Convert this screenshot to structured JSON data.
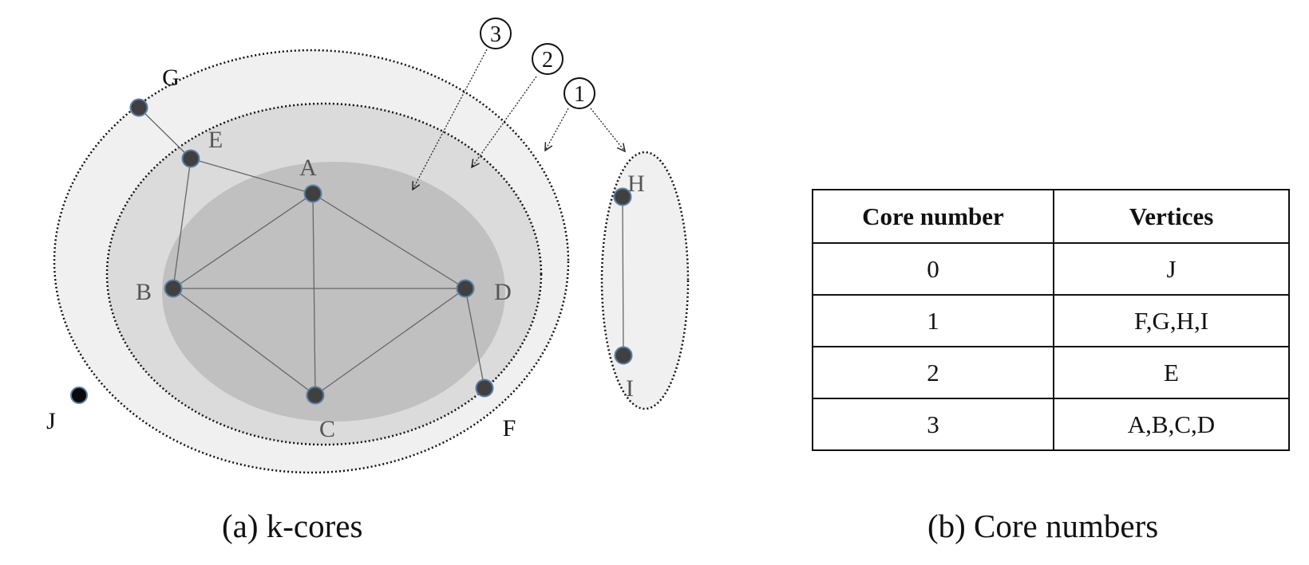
{
  "diagram": {
    "nodes": [
      {
        "id": "A",
        "label": "A"
      },
      {
        "id": "B",
        "label": "B"
      },
      {
        "id": "C",
        "label": "C"
      },
      {
        "id": "D",
        "label": "D"
      },
      {
        "id": "E",
        "label": "E"
      },
      {
        "id": "F",
        "label": "F"
      },
      {
        "id": "G",
        "label": "G"
      },
      {
        "id": "H",
        "label": "H"
      },
      {
        "id": "I",
        "label": "I"
      },
      {
        "id": "J",
        "label": "J"
      }
    ],
    "edges": [
      [
        "A",
        "B"
      ],
      [
        "A",
        "C"
      ],
      [
        "A",
        "D"
      ],
      [
        "B",
        "C"
      ],
      [
        "B",
        "D"
      ],
      [
        "C",
        "D"
      ],
      [
        "E",
        "A"
      ],
      [
        "E",
        "B"
      ],
      [
        "G",
        "E"
      ],
      [
        "D",
        "F"
      ],
      [
        "H",
        "I"
      ]
    ],
    "core_markers": [
      "3",
      "2",
      "1"
    ]
  },
  "table": {
    "headers": [
      "Core number",
      "Vertices"
    ],
    "rows": [
      [
        "0",
        "J"
      ],
      [
        "1",
        "F,G,H,I"
      ],
      [
        "2",
        "E"
      ],
      [
        "3",
        "A,B,C,D"
      ]
    ]
  },
  "captions": {
    "a": "(a)  k-cores",
    "b": "(b)  Core numbers"
  }
}
